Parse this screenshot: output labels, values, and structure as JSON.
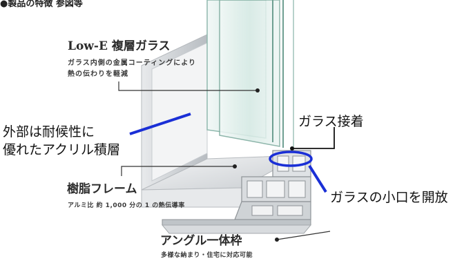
{
  "header": {
    "text": "●製品の特徴 参図等"
  },
  "labels": {
    "lowe_title": "Low-E 複層ガラス",
    "lowe_desc_line1": "ガラス内側の金属コーティングにより",
    "lowe_desc_line2": "熱の伝わりを軽減",
    "frame_title": "樹脂フレーム",
    "frame_desc": "アルミ比 約 1,000 分の 1 の熱伝導率",
    "angle_title": "アングル一体枠",
    "angle_desc": "多様な納まり・住宅に対応可能",
    "exterior_line1": "外部は耐候性に",
    "exterior_line2": "優れたアクリル積層",
    "glass_bond": "ガラス接着",
    "glass_edge": "ガラスの小口を開放"
  },
  "colors": {
    "annotation_blue": "#1a2fd6",
    "leader": "#333333",
    "frame_shadow": "#cfd3d6",
    "glass_tint": "#d9ece8"
  },
  "icons": [
    "frame-cross-section-illustration",
    "glass-pane-illustration"
  ]
}
